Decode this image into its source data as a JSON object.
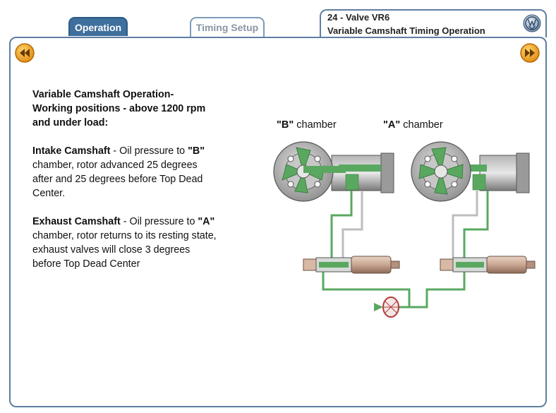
{
  "tabs": [
    {
      "label": "Operation",
      "active": true
    },
    {
      "label": "Timing Setup",
      "active": false
    }
  ],
  "header": {
    "title_line1": "24 - Valve VR6",
    "title_line2": "Variable Camshaft Timing Operation",
    "logo_icon": "vw-logo-icon"
  },
  "nav": {
    "prev_icon": "rewind-icon",
    "next_icon": "fast-forward-icon",
    "button_color": "#f0a022"
  },
  "content": {
    "heading_line1": "Variable Camshaft Operation-",
    "heading_line2": "Working positions - above 1200 rpm",
    "heading_line3": "and under load:",
    "intake_title": "Intake Camshaft",
    "intake_line1_pre": " - Oil pressure to ",
    "intake_line1_bold": "\"B\"",
    "intake_line2": "chamber, rotor advanced 25 degrees",
    "intake_line3": "after and 25 degrees before Top Dead",
    "intake_line4": "Center.",
    "exhaust_title": "Exhaust Camshaft",
    "exhaust_line1_pre": " - Oil pressure to ",
    "exhaust_line1_bold": "\"A\"",
    "exhaust_line2": "chamber, rotor returns to its resting state,",
    "exhaust_line3": "exhaust valves will close 3 degrees",
    "exhaust_line4": "before Top Dead Center"
  },
  "diagram": {
    "label_b_bold": "\"B\"",
    "label_b_text": " chamber",
    "label_a_bold": "\"A\"",
    "label_a_text": " chamber",
    "oil_color": "#5aa860",
    "metal_color": "#8c8c8c"
  },
  "colors": {
    "accent_blue": "#3f6f9d",
    "border_blue": "#5d7fa2"
  }
}
